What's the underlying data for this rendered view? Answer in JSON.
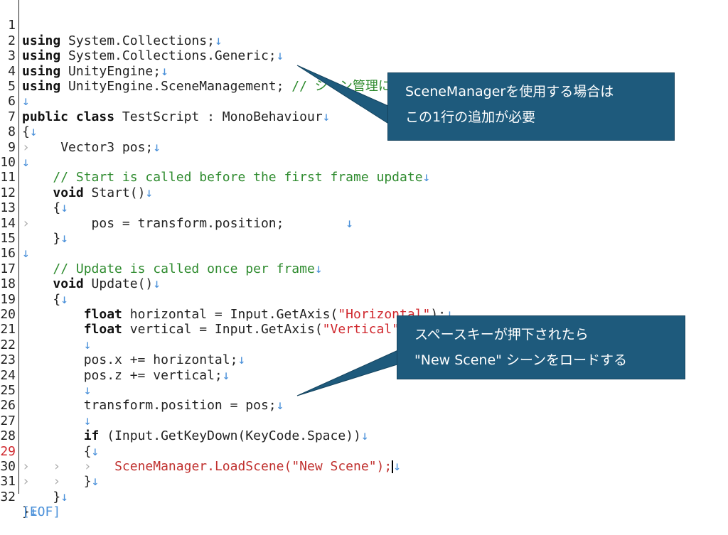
{
  "line_numbers": [
    "1",
    "2",
    "3",
    "4",
    "5",
    "6",
    "7",
    "8",
    "9",
    "10",
    "11",
    "12",
    "13",
    "14",
    "15",
    "16",
    "17",
    "18",
    "19",
    "20",
    "21",
    "22",
    "23",
    "24",
    "25",
    "26",
    "27",
    "28",
    "29",
    "30",
    "31",
    "32"
  ],
  "code": {
    "l1_kw": "using",
    "l1_rest": " System.Collections;",
    "l2_kw": "using",
    "l2_rest": " System.Collections.Generic;",
    "l3_kw": "using",
    "l3_rest": " UnityEngine;",
    "l4_kw": "using",
    "l4_rest": " UnityEngine.SceneManagement; ",
    "l4_comment": "// シーン管理に必要",
    "l6_kw1": "public",
    "l6_kw2": "class",
    "l6_rest": " TestScript : MonoBehaviour",
    "l7": "{",
    "l8": "Vector3 pos;",
    "l10_comment": "// Start is called before the first frame update",
    "l11_kw": "void",
    "l11_rest": " Start()",
    "l12": "{",
    "l13": "pos = transform.position;",
    "l14": "}",
    "l16_comment": "// Update is called once per frame",
    "l17_kw": "void",
    "l17_rest": " Update()",
    "l18": "{",
    "l19_kw": "float",
    "l19_a": " horizontal = Input.GetAxis(",
    "l19_str": "\"Horizontal\"",
    "l19_b": ");",
    "l20_kw": "float",
    "l20_a": " vertical = Input.GetAxis(",
    "l20_str": "\"Vertical\"",
    "l20_b": ");",
    "l22": "pos.x += horizontal;",
    "l23": "pos.z += vertical;",
    "l25": "transform.position = pos;",
    "l27_kw": "if",
    "l27_rest": " (Input.GetKeyDown(KeyCode.Space))",
    "l28": "{",
    "l29": "SceneManager.LoadScene(\"New Scene\");",
    "l30": "}",
    "l31": "}",
    "l32": "}",
    "eof": "[EOF]"
  },
  "glyphs": {
    "newline": "↓",
    "tab": "›"
  },
  "callouts": {
    "scene_manager": {
      "line1": "SceneManagerを使用する場合は",
      "line2": "この1行の追加が必要"
    },
    "space_key": {
      "line1": "スペースキーが押下されたら",
      "line2": "\"New Scene\" シーンをロードする"
    }
  },
  "colors": {
    "callout_bg": "#1e5a7c",
    "comment": "#2e8b2e",
    "string": "#d0282e",
    "newline_mark": "#4a90d9"
  },
  "active_line": "29"
}
